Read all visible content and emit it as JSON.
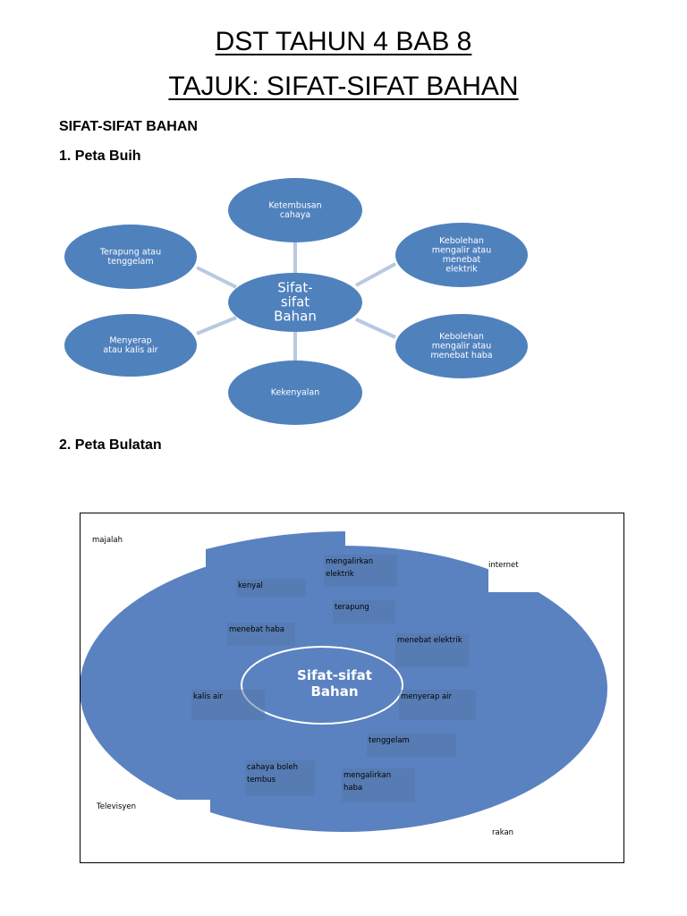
{
  "title_line1": "DST TAHUN 4 BAB 8",
  "title_line2": "TAJUK: SIFAT-SIFAT BAHAN",
  "section_heading": "SIFAT-SIFAT BAHAN",
  "bubble_map": {
    "heading": "1. Peta Buih",
    "center_lines": [
      "Sifat-",
      "sifat",
      "Bahan"
    ],
    "bubbles": [
      {
        "lines": [
          "Ketembusan",
          "cahaya"
        ]
      },
      {
        "lines": [
          "Kebolehan",
          "mengalir atau",
          "menebat",
          "elektrik"
        ]
      },
      {
        "lines": [
          "Kebolehan",
          "mengalir atau",
          "menebat haba"
        ]
      },
      {
        "lines": [
          "Kekenyalan"
        ]
      },
      {
        "lines": [
          "Menyerap",
          "atau kalis air"
        ]
      },
      {
        "lines": [
          "Terapung atau",
          "tenggelam"
        ]
      }
    ],
    "colors": {
      "bubble": "#4f81bd",
      "connector": "#b8c9e1"
    }
  },
  "circle_map": {
    "heading": "2. Peta Bulatan",
    "center_lines": [
      "Sifat-sifat",
      "Bahan"
    ],
    "frame_labels": {
      "top_left": "majalah",
      "top_right": "internet",
      "bottom_left": "Televisyen",
      "bottom_right": "rakan"
    },
    "items": [
      {
        "lines": [
          "mengalirkan",
          "elektrik"
        ]
      },
      {
        "lines": [
          "kenyal"
        ]
      },
      {
        "lines": [
          "terapung"
        ]
      },
      {
        "lines": [
          "menebat haba"
        ]
      },
      {
        "lines": [
          "menebat elektrik"
        ]
      },
      {
        "lines": [
          "kalis  air"
        ]
      },
      {
        "lines": [
          "menyerap air"
        ]
      },
      {
        "lines": [
          "tenggelam"
        ]
      },
      {
        "lines": [
          "cahaya boleh",
          "tembus"
        ]
      },
      {
        "lines": [
          "mengalirkan",
          "haba"
        ]
      }
    ],
    "colors": {
      "fill": "#5a82c0",
      "ring": "#ffffff"
    }
  }
}
